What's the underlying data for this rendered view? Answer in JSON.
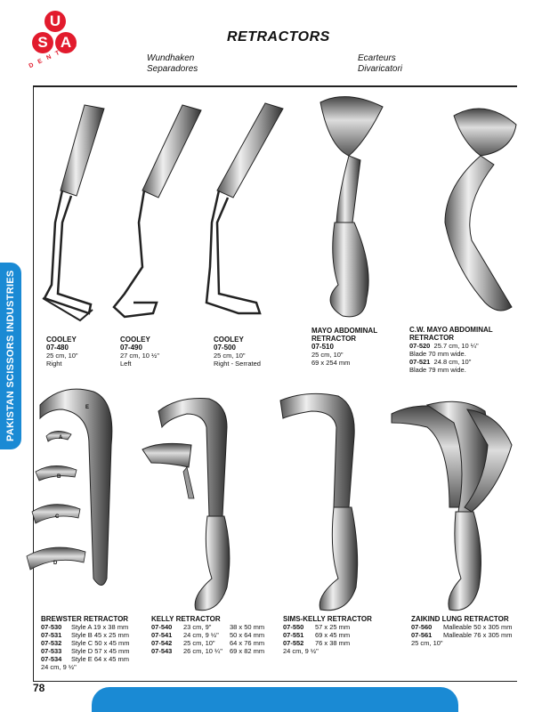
{
  "logo": {
    "letters": [
      "U",
      "S",
      "A"
    ],
    "ring": "DENTAL"
  },
  "header": {
    "title": "RETRACTORS",
    "german": "Wundhaken",
    "spanish": "Separadores",
    "french": "Ecarteurs",
    "italian": "Divaricatori"
  },
  "side_tab": "PAKISTAN SCISSORS INDUSTRIES",
  "page_number": "78",
  "products": {
    "cooley1": {
      "name": "COOLEY",
      "code": "07-480",
      "size": "25 cm, 10\"",
      "note": "Right"
    },
    "cooley2": {
      "name": "COOLEY",
      "code": "07-490",
      "size": "27 cm, 10 ½\"",
      "note": "Left"
    },
    "cooley3": {
      "name": "COOLEY",
      "code": "07-500",
      "size": "25 cm, 10\"",
      "note": "Right - Serrated"
    },
    "mayo": {
      "name1": "MAYO ABDOMINAL",
      "name2": "RETRACTOR",
      "code": "07-510",
      "size": "25 cm, 10\"",
      "note": "69 x 254 mm"
    },
    "cwmayo": {
      "name1": "C.W. MAYO ABDOMINAL",
      "name2": "RETRACTOR",
      "code1": "07-520",
      "size1": "25.7 cm, 10 ¼\"",
      "note1": "Blade 70 mm  wide.",
      "code2": "07-521",
      "size2": "24.8 cm, 10\"",
      "note2": "Blade 79 mm wide."
    },
    "brewster": {
      "name": "BREWSTER RETRACTOR",
      "rows": [
        {
          "code": "07-530",
          "desc": "Style A 19 x 38 mm"
        },
        {
          "code": "07-531",
          "desc": "Style B 45 x 25 mm"
        },
        {
          "code": "07-532",
          "desc": "Style C 50 x 45 mm"
        },
        {
          "code": "07-533",
          "desc": "Style D 57 x 45 mm"
        },
        {
          "code": "07-534",
          "desc": "Style E 64 x 45 mm"
        }
      ],
      "size": "24 cm, 9 ½\"",
      "letters": [
        "A",
        "B",
        "C",
        "D",
        "E"
      ]
    },
    "kelly": {
      "name": "KELLY RETRACTOR",
      "rows": [
        {
          "code": "07-540",
          "size": "23 cm, 9\"",
          "dim": "38 x 50 mm"
        },
        {
          "code": "07-541",
          "size": "24 cm, 9 ½\"",
          "dim": "50 x 64 mm"
        },
        {
          "code": "07-542",
          "size": "25 cm, 10\"",
          "dim": "64 x 76 mm"
        },
        {
          "code": "07-543",
          "size": "26 cm, 10 ¼\"",
          "dim": "69 x 82 mm"
        }
      ]
    },
    "sims": {
      "name": "SIMS-KELLY RETRACTOR",
      "rows": [
        {
          "code": "07-550",
          "dim": "57 x 25 mm"
        },
        {
          "code": "07-551",
          "dim": "69 x 45 mm"
        },
        {
          "code": "07-552",
          "dim": "76 x 38 mm"
        }
      ],
      "size": "24 cm, 9 ½\""
    },
    "zaikind": {
      "name": "ZAIKIND LUNG RETRACTOR",
      "rows": [
        {
          "code": "07-560",
          "desc": "Malleable 50 x 305 mm"
        },
        {
          "code": "07-561",
          "desc": "Malleable 76 x 305 mm"
        }
      ],
      "size": "25 cm, 10\""
    }
  }
}
